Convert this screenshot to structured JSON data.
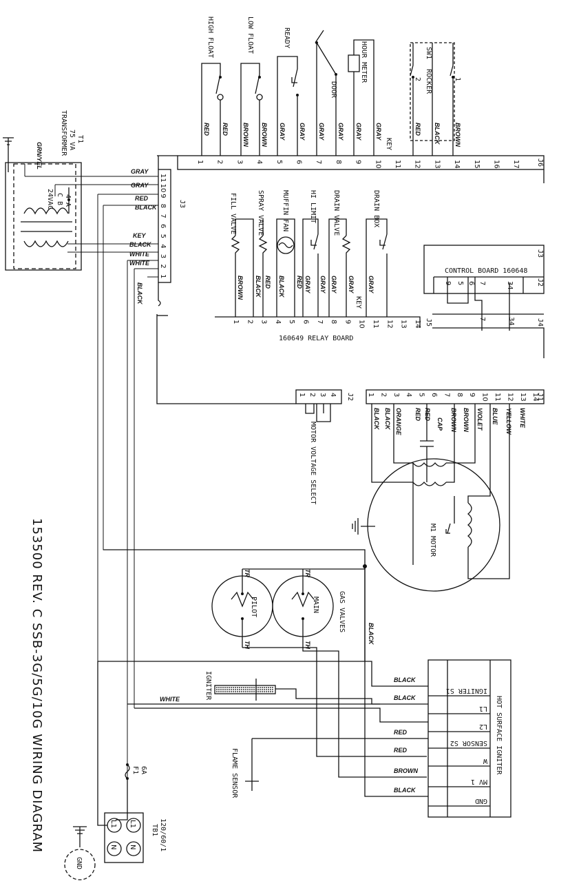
{
  "title": "153500 REV. C SSB-3G/5G/10G WIRING DIAGRAM",
  "transformer": {
    "name": "T1",
    "rating": "75 VA",
    "label": "TRANSFORMER",
    "secondary": "24VAC",
    "fuse": "4 A",
    "taps": "C B",
    "ground_wire": "GRN/YEL"
  },
  "connectors": {
    "j1": "J1",
    "j2": "J2",
    "j3": "J3",
    "j4": "J4",
    "j5": "J5",
    "j6": "J6"
  },
  "relay_board": "160649 RELAY BOARD",
  "control_board": "CONTROL BOARD 160648",
  "key": "KEY",
  "switches": {
    "high_float": "HIGH FLOAT",
    "low_float": "LOW FLOAT",
    "ready": "READY",
    "door": "DOOR",
    "hour_meter": "HOUR METER",
    "sw1": "SW1",
    "rocker": "ROCKER",
    "sw_pos1": "1",
    "sw_pos2": "2"
  },
  "j6_wires": [
    "RED",
    "RED",
    "BROWN",
    "BROWN",
    "GRAY",
    "GRAY",
    "GRAY",
    "GRAY",
    "GRAY",
    "GRAY",
    "RED",
    "BLACK",
    "BROWN"
  ],
  "j6_pins": [
    "1",
    "2",
    "3",
    "4",
    "5",
    "6",
    "7",
    "8",
    "9",
    "10",
    "11",
    "12",
    "13",
    "14",
    "15",
    "16",
    "17"
  ],
  "j3_pins": [
    "11",
    "10",
    "9",
    "8",
    "7",
    "6",
    "5",
    "4",
    "3",
    "2",
    "1"
  ],
  "j3_wires": {
    "w11": "GRAY",
    "w10": "GRAY",
    "w9": "RED",
    "w8": "BLACK",
    "w4": "BLACK",
    "w3": "WHITE",
    "w2": "WHITE",
    "w1": "BLACK"
  },
  "valves": {
    "fill": "FILL VALVE",
    "spray": "SPRAY VALVE",
    "muffin": "MUFFIN FAN",
    "hilimit": "HI LIMIT",
    "drain": "DRAIN VALVE",
    "drainbox": "DRAIN BOX"
  },
  "j5_wires": [
    "BROWN",
    "BLACK",
    "RED",
    "BLACK",
    "RED",
    "GRAY",
    "GRAY",
    "GRAY",
    "GRAY",
    "GRAY"
  ],
  "j5_pins": [
    "1",
    "2",
    "3",
    "4",
    "5",
    "6",
    "7",
    "8",
    "9",
    "10",
    "11",
    "12",
    "13",
    "14"
  ],
  "cb_pins": [
    "9",
    "5",
    "6",
    "7",
    "34"
  ],
  "j4_pins": [
    "7",
    "34"
  ],
  "j2_pins": [
    "1",
    "2",
    "3",
    "4"
  ],
  "motor_voltage": "MOTOR VOLTAGE SELECT",
  "j1_pins": [
    "1",
    "2",
    "3",
    "4",
    "5",
    "6",
    "7",
    "8",
    "9",
    "10",
    "11",
    "12",
    "13",
    "14"
  ],
  "j1_wires": [
    "BLACK",
    "BLACK",
    "ORANGE",
    "RED",
    "RED",
    "BROWN",
    "BROWN",
    "VIOLET",
    "BLUE",
    "YELLOW",
    "WHITE"
  ],
  "cap": "CAP",
  "motor": "M1 MOTOR",
  "gas_valves": {
    "title": "GAS VALVES",
    "main": "MAIN",
    "pilot": "PILOT",
    "tr": "TR",
    "th": "TH"
  },
  "black_wire": "BLACK",
  "igniter": "IGNITER",
  "white_wire": "WHITE",
  "hsi": {
    "title": "HOT SURFACE IGNITER",
    "terminals": [
      "IGNITER S1",
      "L1",
      "L2",
      "SENSOR S2",
      "W",
      "MV 1",
      "GND"
    ],
    "wires": [
      "BLACK",
      "BLACK",
      "RED",
      "RED",
      "BROWN",
      "BLACK"
    ]
  },
  "flame_sensor": "FLAME SENSOR",
  "fuse": {
    "label": "F1",
    "rating": "6A"
  },
  "tb1": {
    "name": "TB1",
    "rating": "120/60/1",
    "terms": [
      "L1",
      "L1",
      "N",
      "N"
    ]
  },
  "gnd": "GND"
}
